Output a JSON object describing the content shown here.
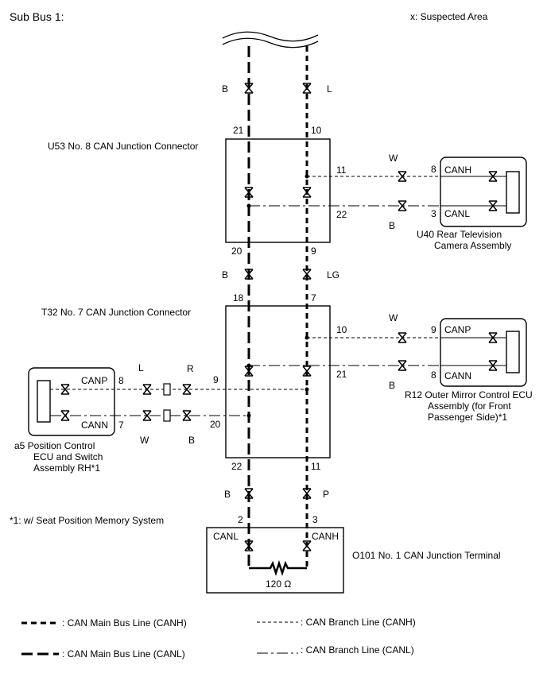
{
  "header": {
    "title": "Sub Bus 1:",
    "legend_x": "x: Suspected Area"
  },
  "main_bus": {
    "left_wire": "B",
    "right_wire": "L"
  },
  "u53": {
    "label": "U53   No. 8 CAN Junction Connector",
    "pin_top_left": "21",
    "pin_top_right": "10",
    "pin_bottom_left": "20",
    "pin_bottom_right": "9",
    "pin_canh": "11",
    "pin_canl": "22"
  },
  "u40": {
    "wire_canh": "W",
    "wire_canl": "B",
    "pin_canh": "8",
    "pin_canl": "3",
    "canh_label": "CANH",
    "canl_label": "CANL",
    "name_line1": "U40  Rear Television",
    "name_line2": "Camera Assembly"
  },
  "mid_bus": {
    "left_wire": "B",
    "right_wire": "LG"
  },
  "t32": {
    "label": "T32     No. 7 CAN Junction Connector",
    "pin_top_left": "18",
    "pin_top_right": "7",
    "pin_right_canp": "10",
    "pin_right_cann": "21",
    "pin_left_canp": "9",
    "pin_left_cann": "20",
    "pin_bottom_left": "22",
    "pin_bottom_right": "11"
  },
  "r12": {
    "wire_canp": "W",
    "wire_cann": "B",
    "pin_canp": "9",
    "pin_cann": "8",
    "canp_label": "CANP",
    "cann_label": "CANN",
    "name_line1": "R12  Outer Mirror Control ECU",
    "name_line2": "Assembly (for Front",
    "name_line3": "Passenger Side)*1"
  },
  "a5": {
    "canp_label": "CANP",
    "cann_label": "CANN",
    "pin_canp": "8",
    "pin_cann": "7",
    "wire_canp_a": "L",
    "wire_canp_b": "R",
    "wire_cann_a": "W",
    "wire_cann_b": "B",
    "name_line1": "a5   Position Control",
    "name_line2": "ECU and Switch",
    "name_line3": "Assembly RH*1"
  },
  "bottom_bus": {
    "left_wire": "B",
    "right_wire": "P"
  },
  "footnote": "*1: w/ Seat Position Memory System",
  "o101": {
    "pin_canl": "2",
    "pin_canh": "3",
    "canl_label": "CANL",
    "canh_label": "CANH",
    "label": "O101   No. 1 CAN Junction Terminal",
    "resistor": "120 Ω"
  },
  "legend": {
    "main_canh": ": CAN Main Bus Line (CANH)",
    "main_canl": ": CAN Main Bus Line (CANL)",
    "branch_canh": ": CAN Branch Line (CANH)",
    "branch_canl": ": CAN Branch Line (CANL)"
  }
}
